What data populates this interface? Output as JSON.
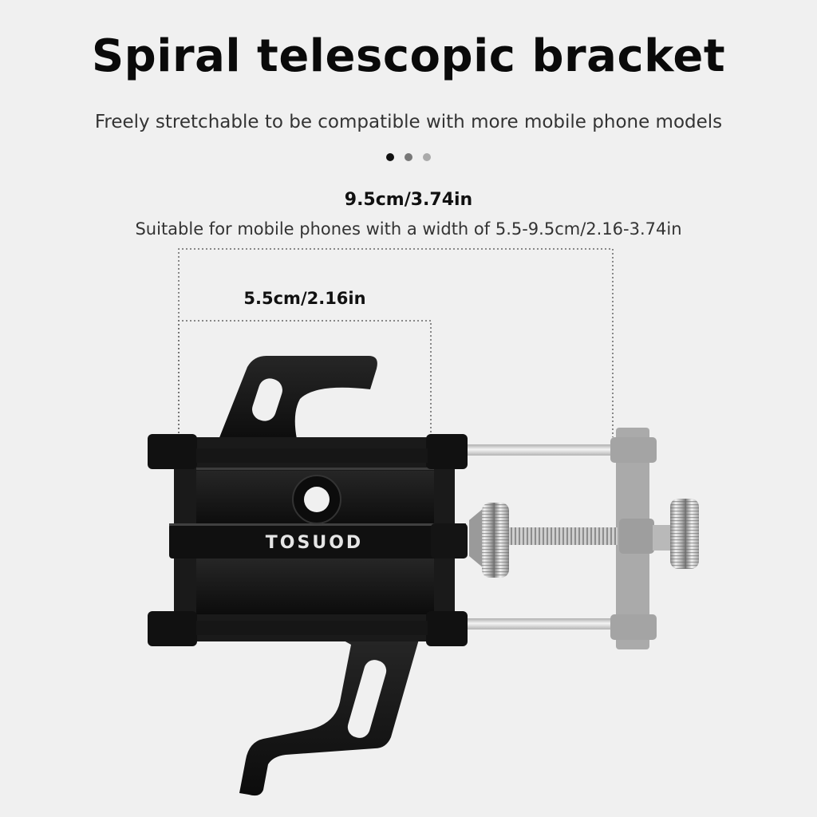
{
  "header": {
    "title": "Spiral telescopic bracket",
    "subtitle": "Freely stretchable to be compatible with more mobile phone models"
  },
  "carousel": {
    "dot_colors": [
      "#111111",
      "#777777",
      "#aaaaaa"
    ]
  },
  "dimensions": {
    "max_width": "9.5cm/3.74in",
    "description": "Suitable for mobile phones with a width of 5.5-9.5cm/2.16-3.74in",
    "min_width": "5.5cm/2.16in"
  },
  "product": {
    "brand_logo": "TOSUOD"
  },
  "colors": {
    "background": "#f0f0f0",
    "bracket": "#151515",
    "ghost": "#a9a9a9"
  }
}
